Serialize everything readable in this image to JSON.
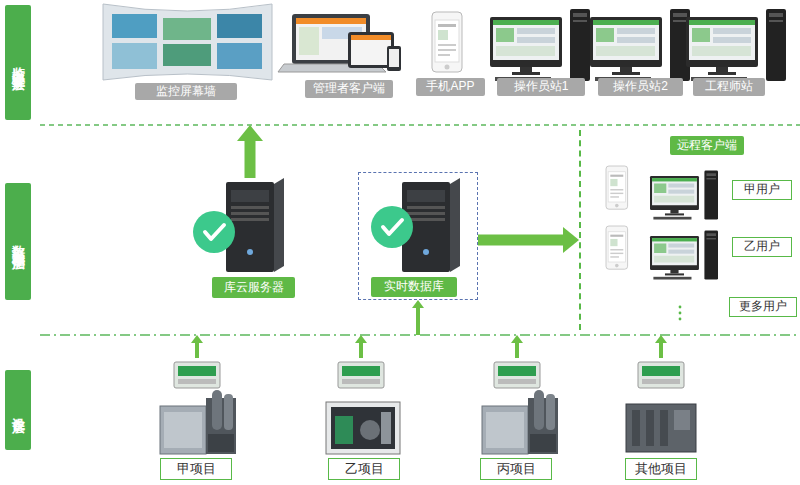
{
  "diagram": {
    "nodes": [
      {
        "text": [
          "监控中心业务层"
        ]
      },
      {
        "text": [
          "监控屏幕墙"
        ],
        "in": 0
      },
      {
        "text": [
          "管理者客户端"
        ],
        "in": 0
      },
      {
        "text": [
          "手机APP"
        ],
        "in": 0
      },
      {
        "text": [
          "操作员站1"
        ],
        "in": 0
      },
      {
        "text": [
          "操作员站2"
        ],
        "in": 0
      },
      {
        "text": [
          "工程师站"
        ],
        "in": 0
      },
      {
        "text": [
          "数据采集存储层"
        ]
      },
      {
        "text": [
          "库云服务器"
        ],
        "in": 7
      },
      {
        "text": [
          "实时数据库"
        ],
        "in": 7
      },
      {
        "text": [
          "远程客户端"
        ],
        "in": 7
      },
      {
        "text": [
          "甲用户"
        ],
        "in": 10
      },
      {
        "text": [
          "乙用户"
        ],
        "in": 10
      },
      {
        "text": [
          "更多用户"
        ],
        "in": 10
      },
      {
        "text": [
          "设备层"
        ]
      },
      {
        "text": [
          "甲项目"
        ],
        "in": 14
      },
      {
        "text": [
          "乙项目"
        ],
        "in": 14
      },
      {
        "text": [
          "丙项目"
        ],
        "in": 14
      },
      {
        "text": [
          "其他项目"
        ],
        "in": 14
      }
    ],
    "edges": [
      {
        "from": 8,
        "to": 0,
        "arrow": "to"
      },
      {
        "from": 9,
        "to": 10,
        "arrow": "to"
      },
      {
        "from": 14,
        "to": 9,
        "arrow": "to"
      },
      {
        "from": 15,
        "to": 7,
        "arrow": "to"
      },
      {
        "from": 16,
        "to": 7,
        "arrow": "to"
      },
      {
        "from": 17,
        "to": 7,
        "arrow": "to"
      },
      {
        "from": 18,
        "to": 7,
        "arrow": "to"
      }
    ]
  }
}
